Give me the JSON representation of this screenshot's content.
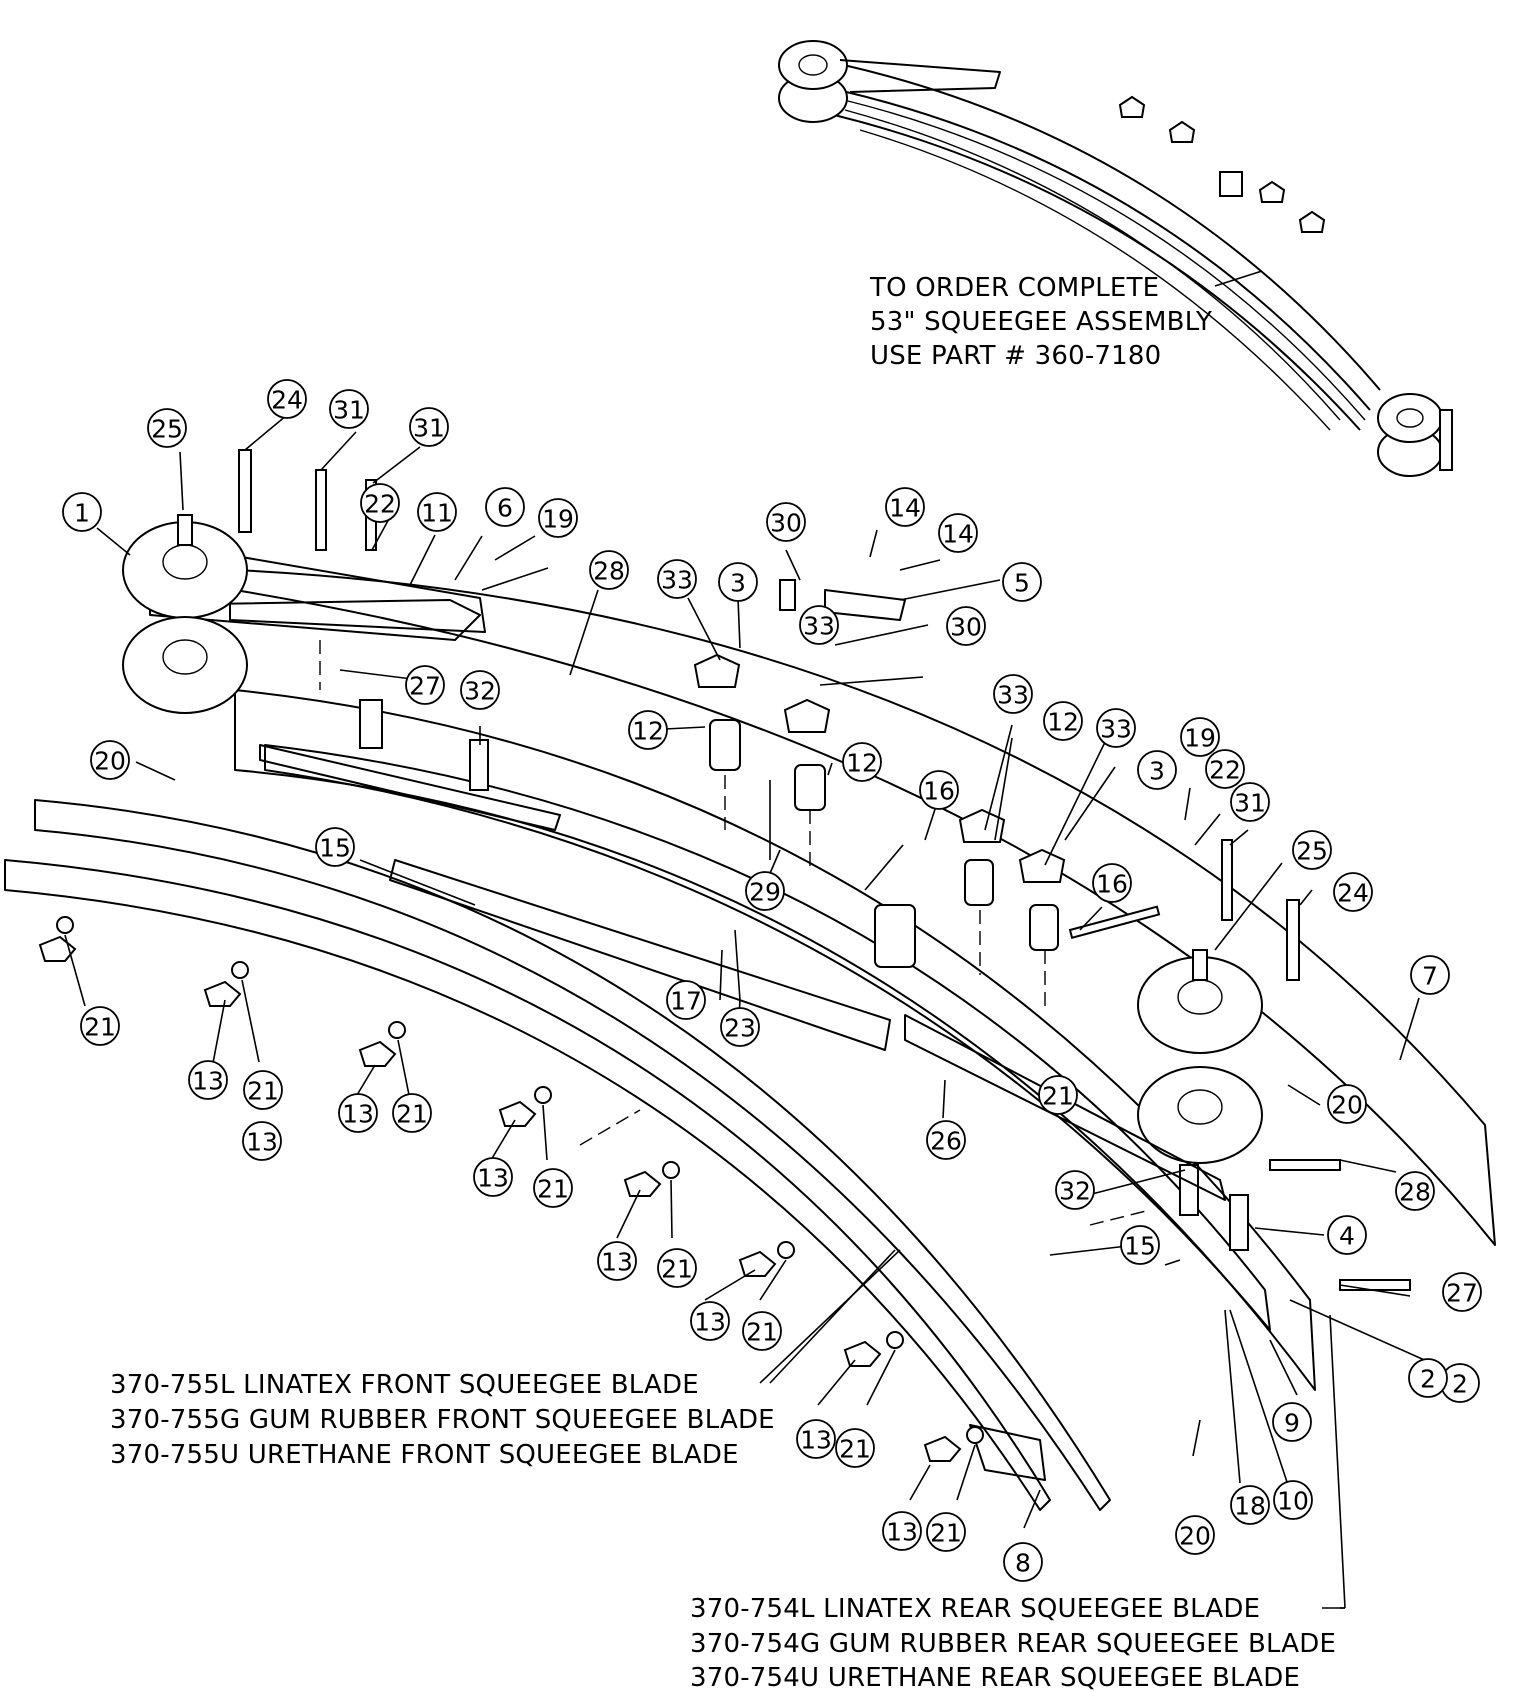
{
  "order_note": {
    "line1": "TO ORDER COMPLETE",
    "line2": "53\" SQUEEGEE ASSEMBLY",
    "line3": "USE PART # 360-7180"
  },
  "front_blade_note": {
    "line1": "370-755L LINATEX FRONT SQUEEGEE BLADE",
    "line2": "370-755G GUM RUBBER FRONT SQUEEGEE BLADE",
    "line3": "370-755U URETHANE FRONT SQUEEGEE BLADE"
  },
  "rear_blade_note": {
    "line1": "370-754L LINATEX REAR SQUEEGEE BLADE",
    "line2": "370-754G GUM RUBBER REAR SQUEEGEE BLADE",
    "line3": "370-754U URETHANE REAR SQUEEGEE BLADE"
  },
  "part_callouts": [
    "1",
    "2",
    "2",
    "3",
    "3",
    "4",
    "5",
    "6",
    "7",
    "8",
    "9",
    "10",
    "11",
    "12",
    "12",
    "12",
    "13",
    "13",
    "13",
    "13",
    "13",
    "13",
    "13",
    "13",
    "14",
    "14",
    "15",
    "15",
    "16",
    "16",
    "17",
    "18",
    "19",
    "19",
    "20",
    "20",
    "20",
    "21",
    "21",
    "21",
    "21",
    "21",
    "21",
    "21",
    "21",
    "21",
    "22",
    "22",
    "23",
    "24",
    "24",
    "25",
    "25",
    "26",
    "27",
    "27",
    "28",
    "28",
    "29",
    "30",
    "30",
    "31",
    "31",
    "31",
    "32",
    "32",
    "33",
    "33",
    "33",
    "33"
  ]
}
